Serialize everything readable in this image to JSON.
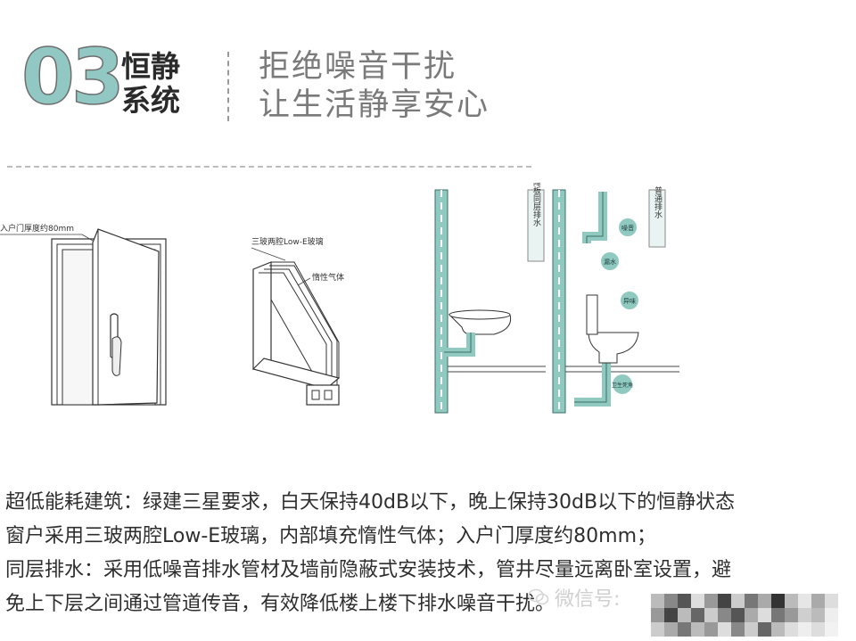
{
  "header": {
    "section_number": "03",
    "title_line1": "恒静",
    "title_line2": "系统",
    "subtitle_line1": "拒绝噪音干扰",
    "subtitle_line2": "让生活静享安心"
  },
  "figures": {
    "door": {
      "label": "入户门厚度约80mm"
    },
    "window": {
      "label_glass": "三玻两腔Low-E玻璃",
      "label_gas": "惰性气体"
    },
    "drainage": {
      "same_floor_label": "同层排水",
      "same_floor_label_full": "降板同层排水",
      "conventional_label": "普通排水",
      "bubble_noise": "噪音",
      "bubble_leak": "漏水",
      "bubble_odor": "异味",
      "bubble_corner": "卫生死角"
    }
  },
  "body": {
    "line1": "超低能耗建筑：绿建三星要求，白天保持40dB以下，晚上保持30dB以下的恒静状态",
    "line2": "窗户采用三玻两腔Low-E玻璃，内部填充惰性气体；入户门厚度约80mm；",
    "line3": "同层排水：采用低噪音排水管材及墙前隐蔽式安装技术，管井尽量远离卧室设置，避",
    "line4": "免上下层之间通过管道传音，有效降低楼上楼下排水噪音干扰。"
  },
  "watermark": {
    "icon": "wechat-icon",
    "text": "微信号:"
  },
  "colors": {
    "accent": "#92c8c3",
    "text": "#2e2e2e",
    "pipe": "#8fc9c0"
  }
}
